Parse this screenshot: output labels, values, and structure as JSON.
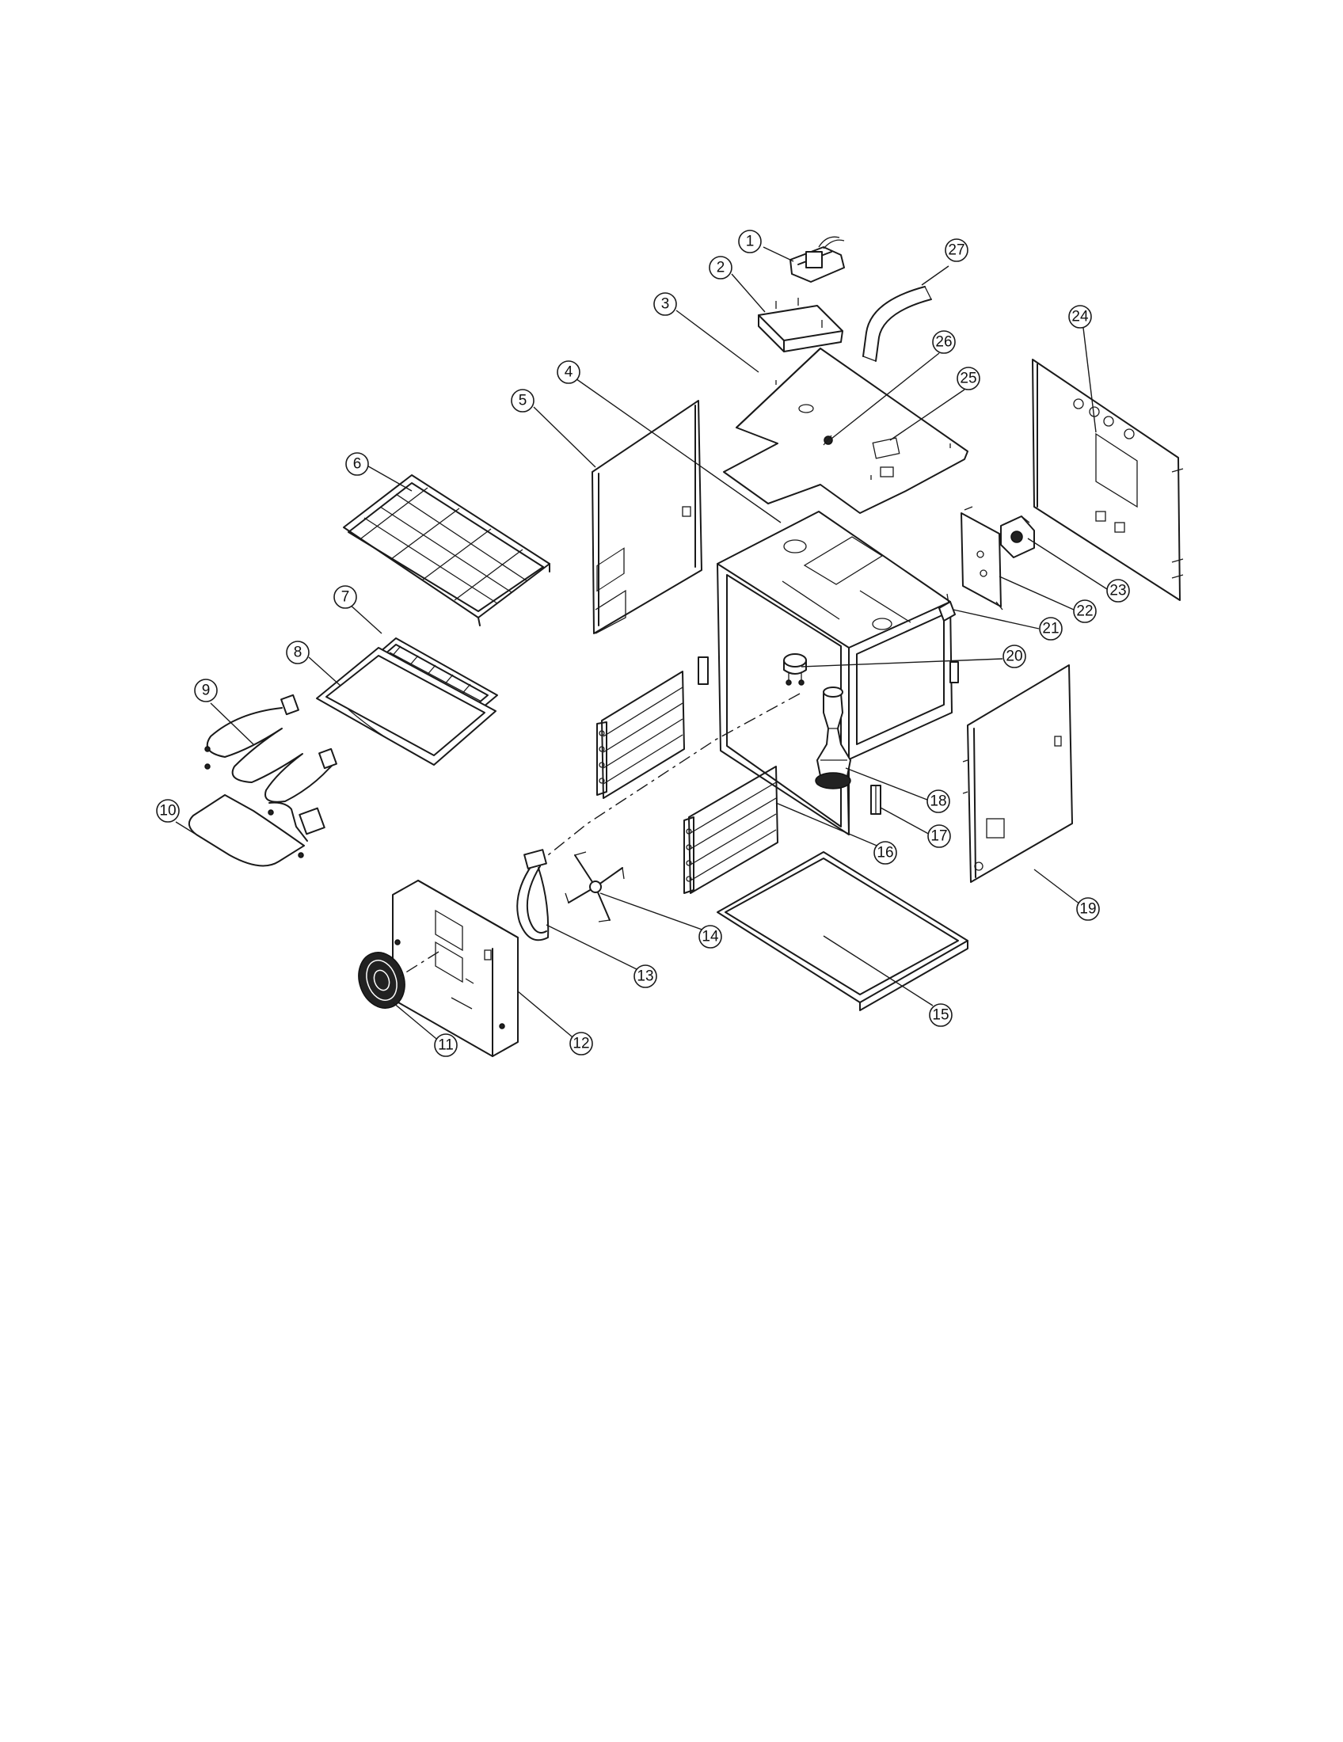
{
  "diagram": {
    "type": "exploded-parts-view",
    "callouts": [
      "1",
      "2",
      "3",
      "4",
      "5",
      "6",
      "7",
      "8",
      "9",
      "10",
      "11",
      "12",
      "13",
      "14",
      "15",
      "16",
      "17",
      "18",
      "19",
      "20",
      "21",
      "22",
      "23",
      "24",
      "25",
      "26",
      "27"
    ]
  }
}
